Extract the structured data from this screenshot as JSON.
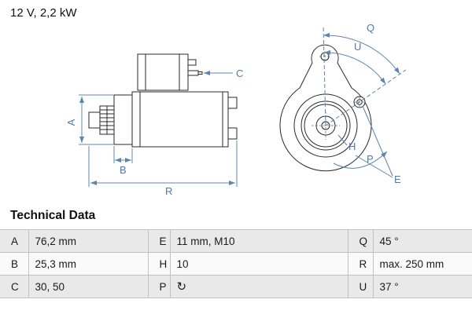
{
  "header": {
    "power_spec": "12 V, 2,2 kW"
  },
  "diagram": {
    "dim_color": "#5d85b0",
    "labels": {
      "A": "A",
      "B": "B",
      "C": "C",
      "R": "R",
      "Q": "Q",
      "U": "U",
      "H": "H",
      "P": "P",
      "E": "E"
    }
  },
  "table": {
    "title": "Technical Data",
    "rows": [
      [
        {
          "key": "A",
          "value": "76,2 mm"
        },
        {
          "key": "E",
          "value": "11 mm, M10"
        },
        {
          "key": "Q",
          "value": "45 °"
        }
      ],
      [
        {
          "key": "B",
          "value": "25,3 mm"
        },
        {
          "key": "H",
          "value": "10"
        },
        {
          "key": "R",
          "value": "max. 250 mm"
        }
      ],
      [
        {
          "key": "C",
          "value": "30, 50"
        },
        {
          "key": "P",
          "value": "↻"
        },
        {
          "key": "U",
          "value": "37 °"
        }
      ]
    ]
  }
}
